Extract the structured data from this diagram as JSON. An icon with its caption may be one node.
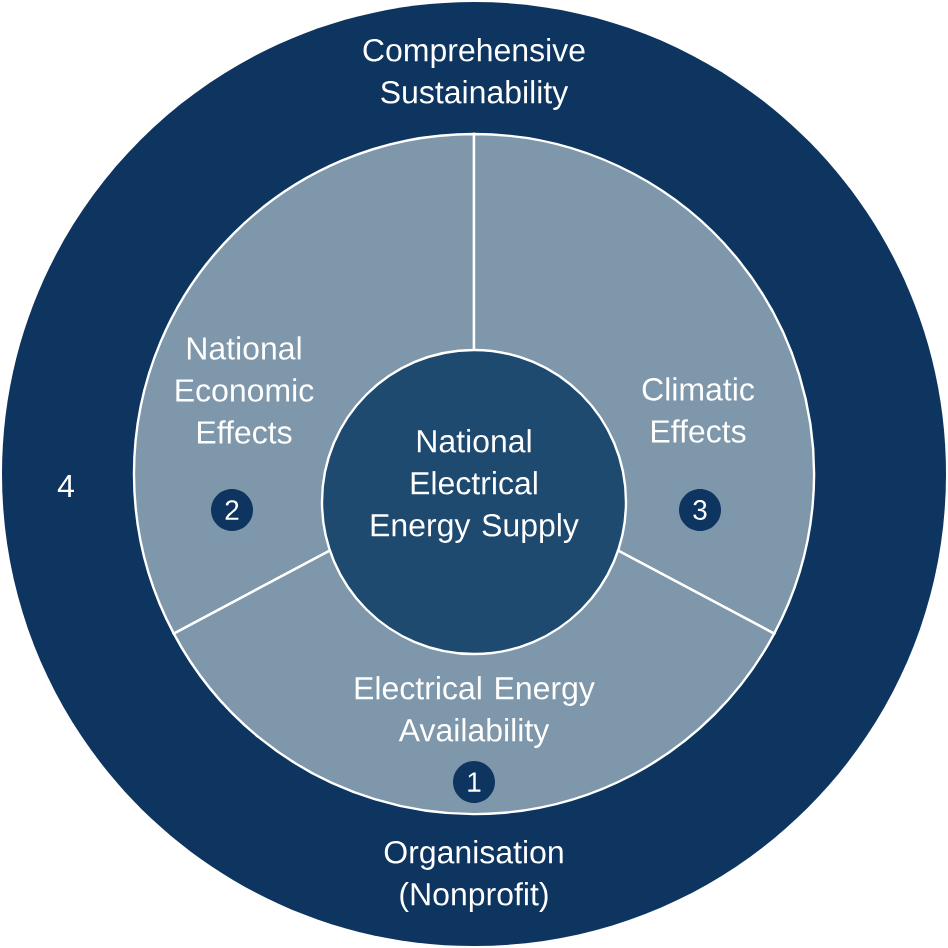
{
  "diagram": {
    "nodes": [
      {
        "text": [
          "Comprehensive Sustainability",
          "4",
          "Organisation (Nonprofit)"
        ]
      },
      {
        "text": [
          "National Economic Effects"
        ],
        "in": 0
      },
      {
        "text": [
          "2"
        ],
        "in": 1
      },
      {
        "text": [
          "Climatic Effects"
        ],
        "in": 0
      },
      {
        "text": [
          "3"
        ],
        "in": 3
      },
      {
        "text": [
          "National Electrical Energy Supply"
        ],
        "in": 0
      },
      {
        "text": [
          "Electrical Energy Availability"
        ],
        "in": 0
      },
      {
        "text": [
          "1"
        ],
        "in": 6
      }
    ]
  }
}
